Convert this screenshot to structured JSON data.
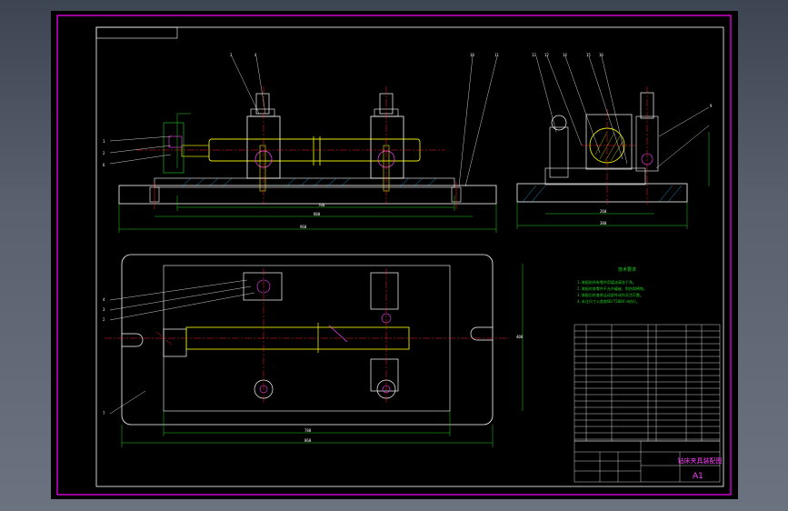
{
  "viewer": {
    "background_top": "#3d4553",
    "background_bottom": "#6b7381",
    "paper_color": "#000000"
  },
  "colors": {
    "frame": "#ff00ff",
    "outline": "#ffffff",
    "centerline": "#ff2020",
    "yellow": "#e6e600",
    "green": "#20d020",
    "cyan": "#20c0ff",
    "magenta": "#ff40ff"
  },
  "leaders_top": [
    "3",
    "4",
    "1",
    "2",
    "6",
    "10",
    "11",
    "13",
    "12",
    "14",
    "15",
    "16",
    "9"
  ],
  "leaders_plan": [
    "4",
    "3",
    "2",
    "7"
  ],
  "dimensions": {
    "front_inner": "700",
    "front_mid": "800",
    "front_total": "960",
    "side_width": "380",
    "side_inner": "260",
    "plan_height": "400",
    "plan_inner": "780",
    "plan_total": "860"
  },
  "tech_req": {
    "title": "技术要求",
    "lines": [
      "1.装配前所有零件用煤油清洗干净。",
      "2.装配时各零件不允许磕碰、划伤和锈蚀。",
      "3.装配后检查各运动部件动作灵活可靠。",
      "4.未注尺寸公差按GB/T1804-m执行。"
    ]
  },
  "title_block": {
    "drawing_name": "钻床夹具装配图",
    "scale_mark": "A1"
  }
}
